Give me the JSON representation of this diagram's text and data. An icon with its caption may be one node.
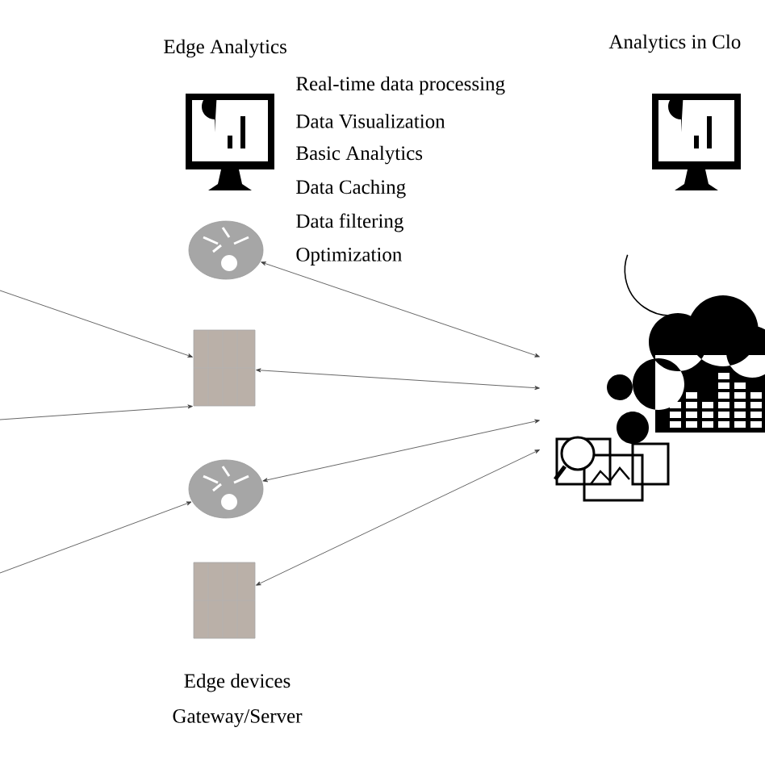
{
  "diagram": {
    "nodes": [
      {
        "text": [],
        "shape": "cylinder"
      },
      {
        "text": [],
        "shape": "box"
      },
      {
        "text": [],
        "shape": "cylinder"
      },
      {
        "text": [],
        "shape": "box"
      },
      {
        "text": [],
        "shape": "cloud"
      }
    ],
    "edges": [
      {
        "from": null,
        "to": 1,
        "arrow": "to"
      },
      {
        "from": null,
        "to": 1,
        "arrow": "to"
      },
      {
        "from": null,
        "to": 2,
        "arrow": "to"
      },
      {
        "from": 0,
        "to": 4,
        "arrow": "both"
      },
      {
        "from": 1,
        "to": 4,
        "arrow": "both"
      },
      {
        "from": 2,
        "to": 4,
        "arrow": "both"
      },
      {
        "from": 3,
        "to": 4,
        "arrow": "both"
      }
    ],
    "labels": [
      "Edge Analytics",
      "Analytics in Clo",
      "Real-time data processing",
      "Data Visualization",
      "Basic Analytics",
      "Data Caching",
      "Data filtering",
      "Optimization",
      "Edge devices",
      "Gateway/Server"
    ]
  }
}
